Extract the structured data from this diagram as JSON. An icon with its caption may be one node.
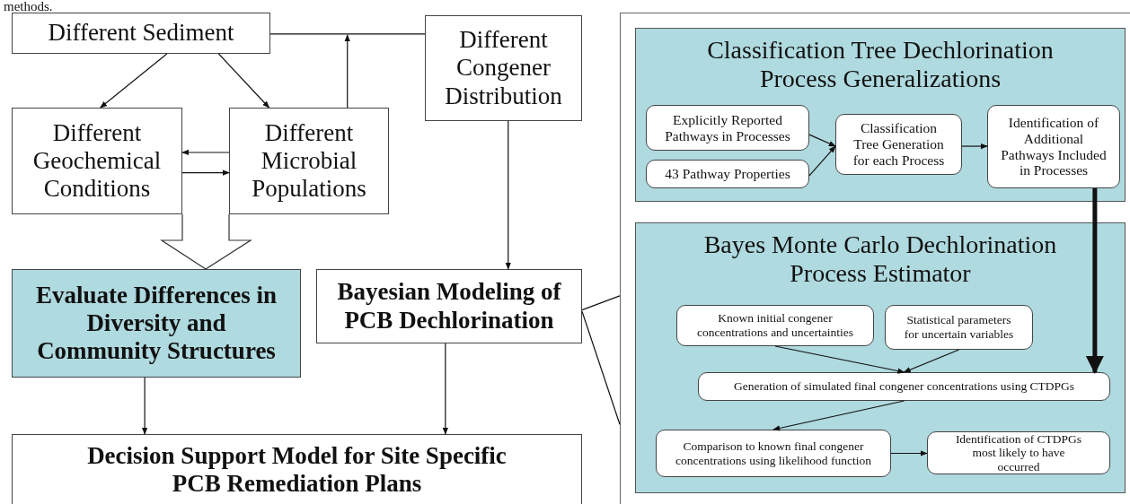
{
  "diagram": {
    "nodes": [
      {
        "text": [
          "Different Sediment"
        ]
      },
      {
        "text": [
          "Different Congener Distribution"
        ]
      },
      {
        "text": [
          "Different Geochemical Conditions"
        ]
      },
      {
        "text": [
          "Different Microbial Populations"
        ]
      },
      {
        "text": [
          "Evaluate Differences in Diversity and Community Structures"
        ]
      },
      {
        "text": [
          "Bayesian Modeling of PCB Dechlorination"
        ]
      },
      {
        "text": [
          "Decision Support Model for Site Specific PCB Remediation Plans"
        ]
      },
      {
        "text": [],
        "shape": "box"
      },
      {
        "text": [
          "Classification Tree Dechlorination Process Generalizations"
        ],
        "in": 7
      },
      {
        "text": [
          "Explicitly Reported Pathways in Processes"
        ],
        "in": 8
      },
      {
        "text": [
          "43 Pathway Properties"
        ],
        "in": 8
      },
      {
        "text": [
          "Classification Tree Generation for each Process"
        ],
        "in": 8
      },
      {
        "text": [
          "Identification of Additional Pathways Included in Processes"
        ],
        "in": 8
      },
      {
        "text": [
          "Bayes Monte Carlo Dechlorination Process Estimator"
        ],
        "in": 7
      },
      {
        "text": [
          "Known initial congener concentrations and uncertainties"
        ],
        "in": 13
      },
      {
        "text": [
          "Statistical parameters for uncertain variables"
        ],
        "in": 13
      },
      {
        "text": [
          "Generation of simulated final congener concentrations using CTDPGs"
        ],
        "in": 13
      },
      {
        "text": [
          "Comparison to known final congener concentrations using likelihood function"
        ],
        "in": 13
      },
      {
        "text": [
          "Identification of CTDPGs most likely to have occurred"
        ],
        "in": 13
      }
    ],
    "edges": [
      {
        "from": 0,
        "to": 1,
        "arrow": "none"
      },
      {
        "from": 0,
        "to": 2,
        "arrow": "to"
      },
      {
        "from": 0,
        "to": 3,
        "arrow": "to"
      },
      {
        "from": 3,
        "to": null,
        "arrow": "to"
      },
      {
        "from": 3,
        "to": 2,
        "arrow": "to"
      },
      {
        "from": 2,
        "to": 3,
        "arrow": "to"
      },
      {
        "from": 2,
        "to": 4,
        "arrow": "to"
      },
      {
        "from": 3,
        "to": 4,
        "arrow": "to"
      },
      {
        "from": 1,
        "to": 5,
        "arrow": "to"
      },
      {
        "from": 4,
        "to": 6,
        "arrow": "to"
      },
      {
        "from": 5,
        "to": 6,
        "arrow": "to"
      },
      {
        "from": 5,
        "to": 7,
        "arrow": "none"
      },
      {
        "from": 5,
        "to": 7,
        "arrow": "none"
      },
      {
        "from": 9,
        "to": 11,
        "arrow": "to"
      },
      {
        "from": 10,
        "to": 11,
        "arrow": "to"
      },
      {
        "from": 11,
        "to": 12,
        "arrow": "to"
      },
      {
        "from": 12,
        "to": 16,
        "arrow": "to",
        "style": "thick"
      },
      {
        "from": 14,
        "to": 16,
        "arrow": "to"
      },
      {
        "from": 15,
        "to": 16,
        "arrow": "to"
      },
      {
        "from": 16,
        "to": 17,
        "arrow": "to"
      },
      {
        "from": 17,
        "to": 18,
        "arrow": "to"
      }
    ],
    "labels": [
      "methods."
    ]
  }
}
